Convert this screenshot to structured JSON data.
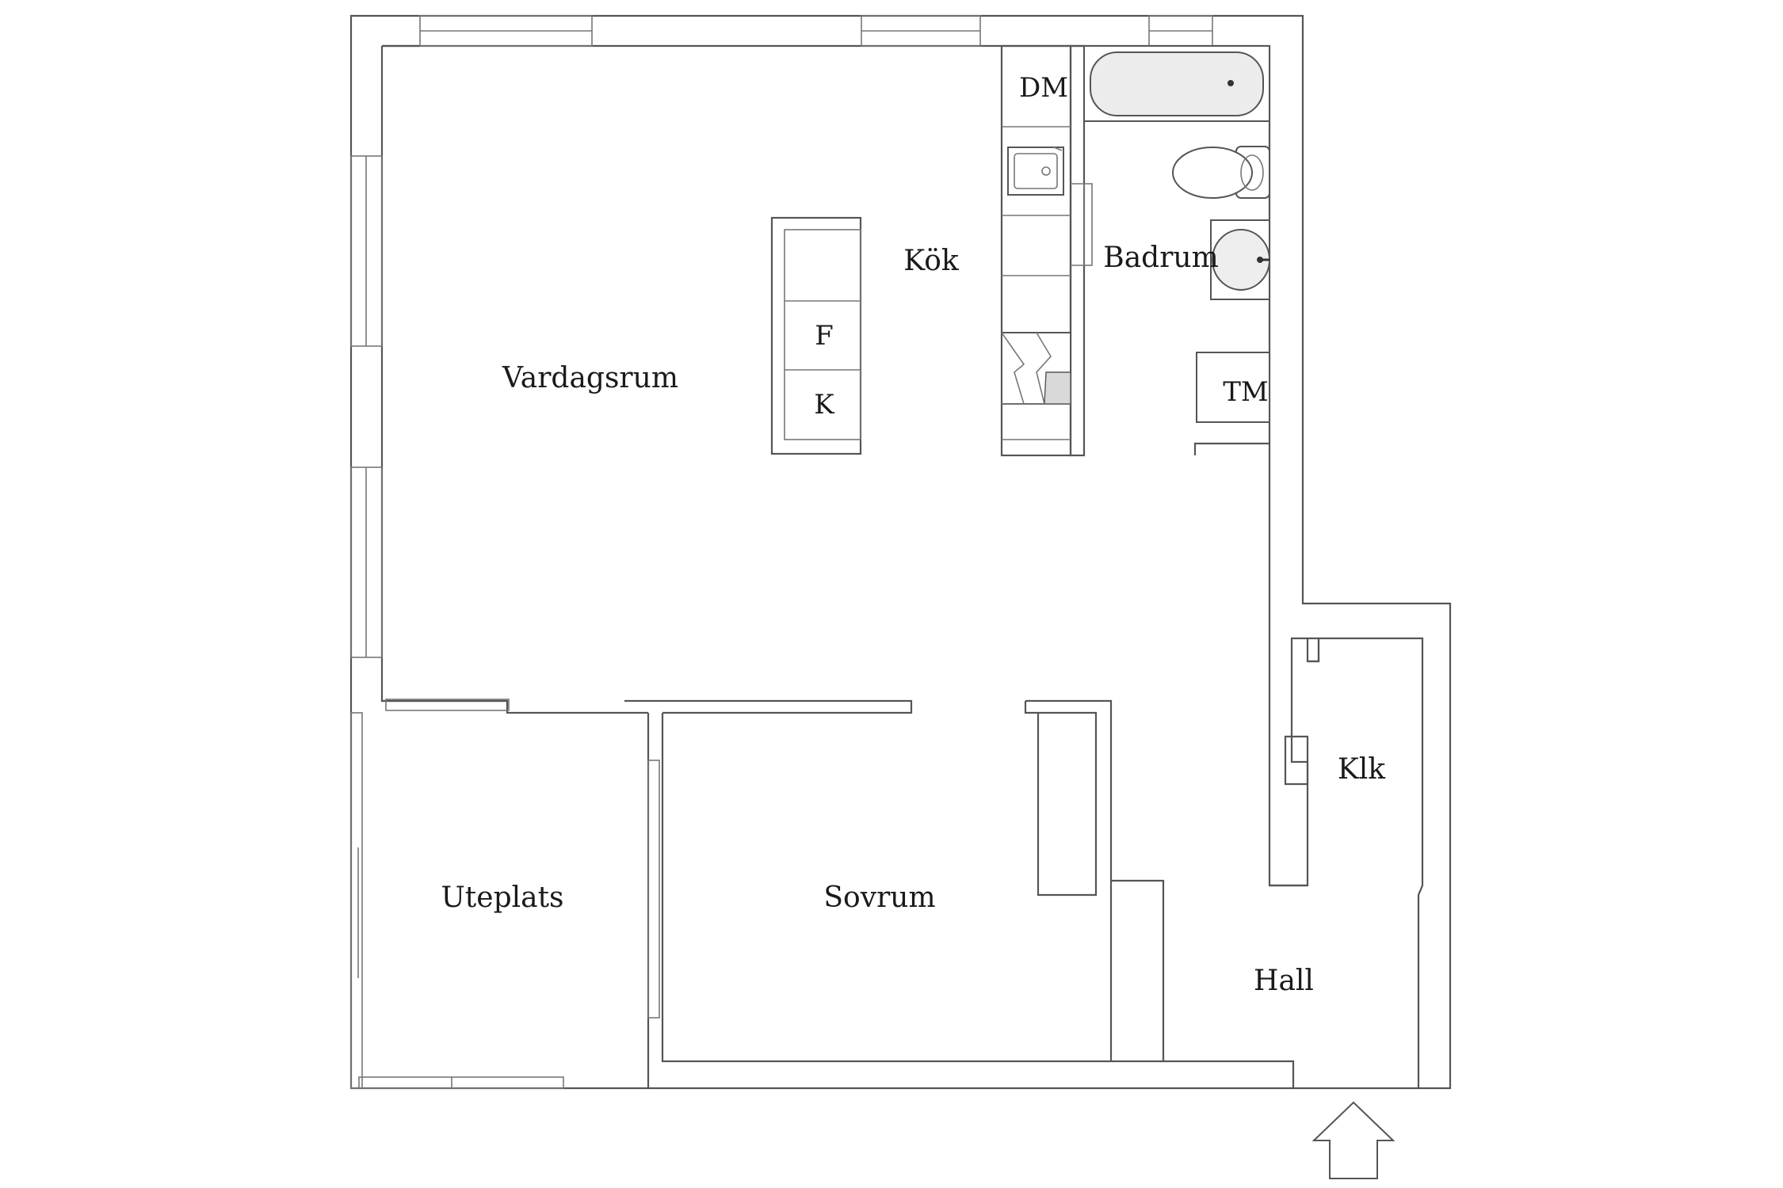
{
  "rooms": {
    "vardagsrum": "Vardagsrum",
    "kok": "Kök",
    "badrum": "Badrum",
    "klk": "Klk",
    "hall": "Hall",
    "sovrum": "Sovrum",
    "uteplats": "Uteplats"
  },
  "fixtures": {
    "dm": "DM",
    "tm": "TM",
    "f": "F",
    "k": "K"
  },
  "entrance": {
    "icon": "entrance-arrow-icon"
  },
  "colors": {
    "line": "#555555",
    "text": "#1a1a1a",
    "background": "#ffffff"
  }
}
